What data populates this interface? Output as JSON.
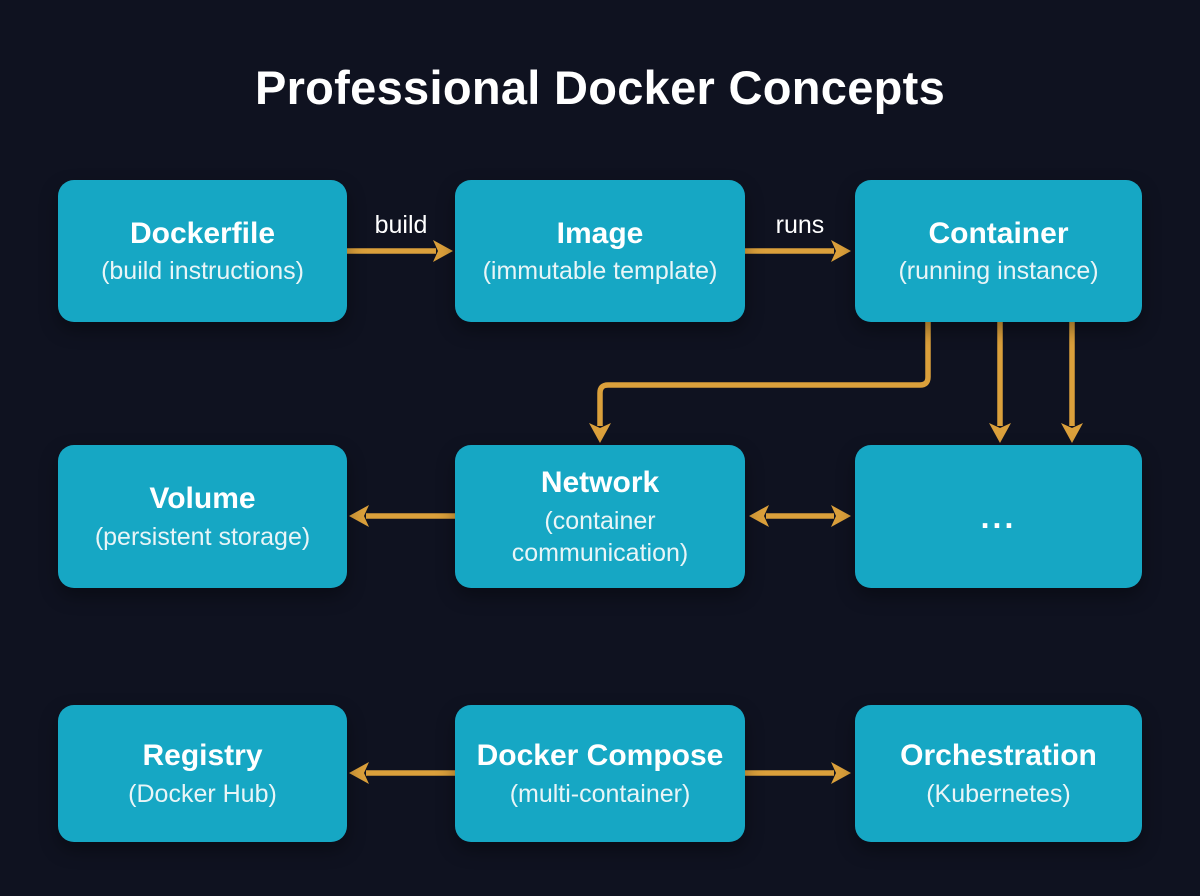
{
  "title": "Professional Docker Concepts",
  "colors": {
    "background": "#0f1220",
    "box": "#16a7c4",
    "arrow": "#dba03b",
    "text": "#ffffff"
  },
  "nodes": {
    "dockerfile": {
      "title": "Dockerfile",
      "subtitle": "(build instructions)"
    },
    "image": {
      "title": "Image",
      "subtitle": "(immutable template)"
    },
    "container": {
      "title": "Container",
      "subtitle": "(running instance)"
    },
    "volume": {
      "title": "Volume",
      "subtitle": "(persistent storage)"
    },
    "network": {
      "title": "Network",
      "subtitle": "(container communication)"
    },
    "more": {
      "title": "..."
    },
    "registry": {
      "title": "Registry",
      "subtitle": "(Docker Hub)"
    },
    "compose": {
      "title": "Docker Compose",
      "subtitle": "(multi-container)"
    },
    "orchestration": {
      "title": "Orchestration",
      "subtitle": "(Kubernetes)"
    }
  },
  "edges": [
    {
      "from": "dockerfile",
      "to": "image",
      "label": "build",
      "bidirectional": false
    },
    {
      "from": "image",
      "to": "container",
      "label": "runs",
      "bidirectional": false
    },
    {
      "from": "container",
      "to": "network",
      "label": "",
      "bidirectional": false
    },
    {
      "from": "container",
      "to": "more",
      "label": "",
      "bidirectional": false
    },
    {
      "from": "container",
      "to": "more",
      "label": "",
      "bidirectional": false
    },
    {
      "from": "network",
      "to": "volume",
      "label": "",
      "bidirectional": false
    },
    {
      "from": "network",
      "to": "more",
      "label": "",
      "bidirectional": true
    },
    {
      "from": "compose",
      "to": "registry",
      "label": "",
      "bidirectional": false
    },
    {
      "from": "compose",
      "to": "orchestration",
      "label": "",
      "bidirectional": false
    }
  ]
}
